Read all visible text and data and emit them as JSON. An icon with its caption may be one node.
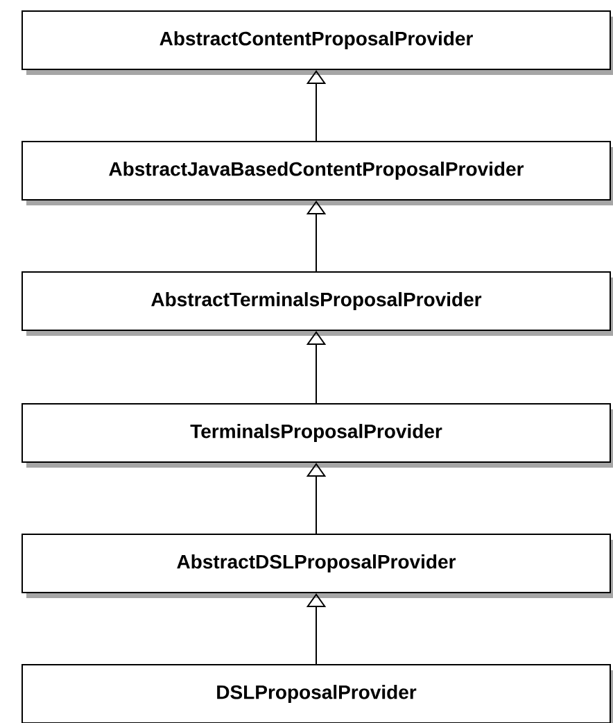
{
  "diagram": {
    "nodes": [
      {
        "text": [
          "AbstractContentProposalProvider"
        ]
      },
      {
        "text": [
          "AbstractJavaBasedContentProposalProvider"
        ]
      },
      {
        "text": [
          "AbstractTerminalsProposalProvider"
        ]
      },
      {
        "text": [
          "TerminalsProposalProvider"
        ]
      },
      {
        "text": [
          "AbstractDSLProposalProvider"
        ]
      },
      {
        "text": [
          "DSLProposalProvider"
        ]
      }
    ],
    "edges": [
      {
        "from": 1,
        "to": 0,
        "arrow": "to"
      },
      {
        "from": 2,
        "to": 1,
        "arrow": "to"
      },
      {
        "from": 3,
        "to": 2,
        "arrow": "to"
      },
      {
        "from": 4,
        "to": 3,
        "arrow": "to"
      },
      {
        "from": 5,
        "to": 4,
        "arrow": "to"
      }
    ]
  }
}
